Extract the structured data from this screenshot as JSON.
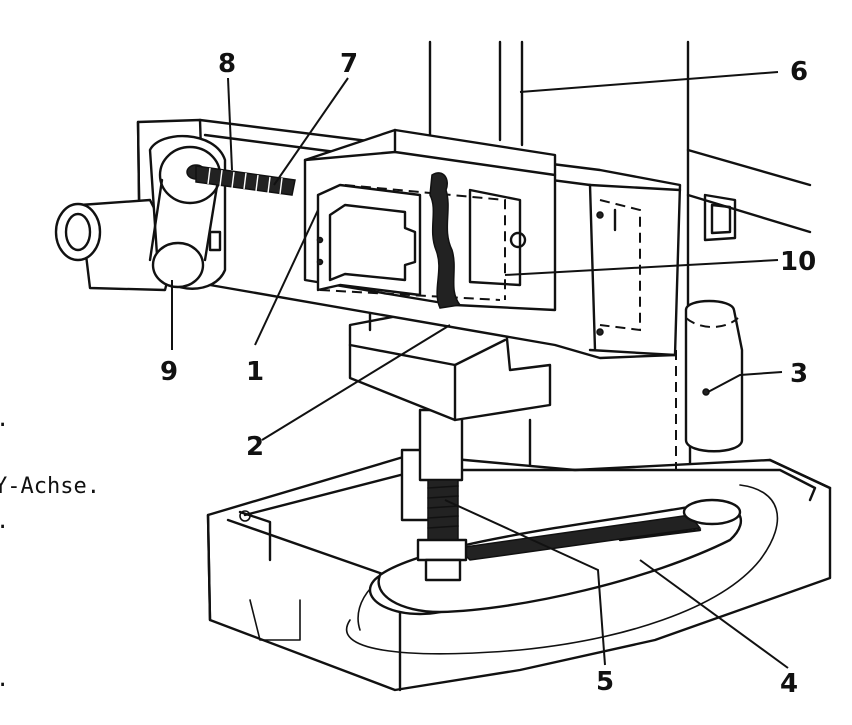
{
  "diagram": {
    "callouts": [
      {
        "id": "c1",
        "text": "1"
      },
      {
        "id": "c2",
        "text": "2"
      },
      {
        "id": "c3",
        "text": "3"
      },
      {
        "id": "c4",
        "text": "4"
      },
      {
        "id": "c5",
        "text": "5"
      },
      {
        "id": "c6",
        "text": "6"
      },
      {
        "id": "c7",
        "text": "7"
      },
      {
        "id": "c8",
        "text": "8"
      },
      {
        "id": "c9",
        "text": "9"
      },
      {
        "id": "c10",
        "text": "10"
      }
    ],
    "side_text": [
      ".",
      "Y-Achse.",
      ".",
      "."
    ]
  }
}
